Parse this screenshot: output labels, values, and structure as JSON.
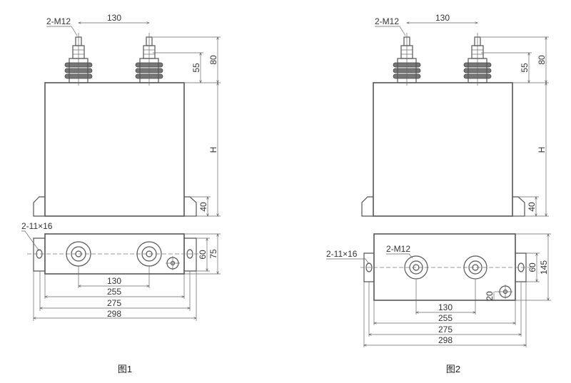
{
  "figures": [
    {
      "caption": "图1",
      "elevation": {
        "terminal_label": "2-M12",
        "terminal_spacing": "130",
        "dim_55": "55",
        "dim_80": "80",
        "dim_h": "H",
        "dim_40": "40"
      },
      "plan": {
        "hole_label": "2-11×16",
        "dim_60": "60",
        "dim_depth": "75",
        "dim_130": "130",
        "dim_255": "255",
        "dim_275": "275",
        "dim_298": "298"
      }
    },
    {
      "caption": "图2",
      "elevation": {
        "terminal_label": "2-M12",
        "terminal_spacing": "130",
        "dim_55": "55",
        "dim_80": "80",
        "dim_h": "H",
        "dim_40": "40"
      },
      "plan": {
        "hole_label": "2-11×16",
        "terminal_label": "2-M12",
        "dim_60": "60",
        "dim_depth": "145",
        "dim_20": "20",
        "dim_130": "130",
        "dim_255": "255",
        "dim_275": "275",
        "dim_298": "298"
      }
    }
  ]
}
